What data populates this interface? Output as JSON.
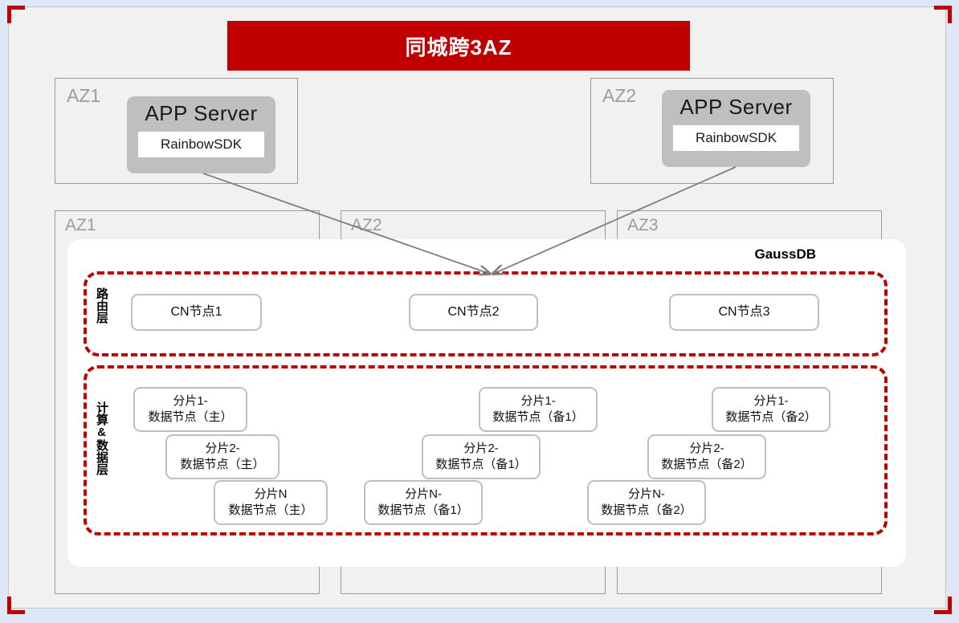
{
  "slide": {
    "title": "同城跨3AZ",
    "banner_color": "#c00000",
    "background": "#f1f1f1"
  },
  "app_tier": {
    "zones": [
      {
        "az_label": "AZ1",
        "app_server_label": "APP Server",
        "sdk_label": "RainbowSDK"
      },
      {
        "az_label": "AZ2",
        "app_server_label": "APP Server",
        "sdk_label": "RainbowSDK"
      }
    ]
  },
  "db_tier": {
    "product_label": "GaussDB",
    "az_columns": [
      {
        "az_label": "AZ1"
      },
      {
        "az_label": "AZ2"
      },
      {
        "az_label": "AZ3"
      }
    ],
    "routing_layer": {
      "label": "路由层",
      "nodes": [
        {
          "name": "CN节点1"
        },
        {
          "name": "CN节点2"
        },
        {
          "name": "CN节点3"
        }
      ]
    },
    "compute_data_layer": {
      "label": "计算&数据层",
      "groups": [
        {
          "replica": "主",
          "nodes": [
            {
              "line1": "分片1-",
              "line2": "数据节点（主）"
            },
            {
              "line1": "分片2-",
              "line2": "数据节点（主）"
            },
            {
              "line1": "分片N",
              "line2": "数据节点（主）"
            }
          ]
        },
        {
          "replica": "备1",
          "nodes": [
            {
              "line1": "分片1-",
              "line2": "数据节点（备1）"
            },
            {
              "line1": "分片2-",
              "line2": "数据节点（备1）"
            },
            {
              "line1": "分片N-",
              "line2": "数据节点（备1）"
            }
          ]
        },
        {
          "replica": "备2",
          "nodes": [
            {
              "line1": "分片1-",
              "line2": "数据节点（备2）"
            },
            {
              "line1": "分片2-",
              "line2": "数据节点（备2）"
            },
            {
              "line1": "分片N-",
              "line2": "数据节点（备2）"
            }
          ]
        }
      ]
    }
  },
  "colors": {
    "accent_red": "#c00000",
    "node_border": "#bfbfbf",
    "zone_border": "#9a9a9a",
    "zone_label": "#9c9c9c",
    "app_server_fill": "#bfbfbf",
    "connector": "#7f7f7f"
  }
}
